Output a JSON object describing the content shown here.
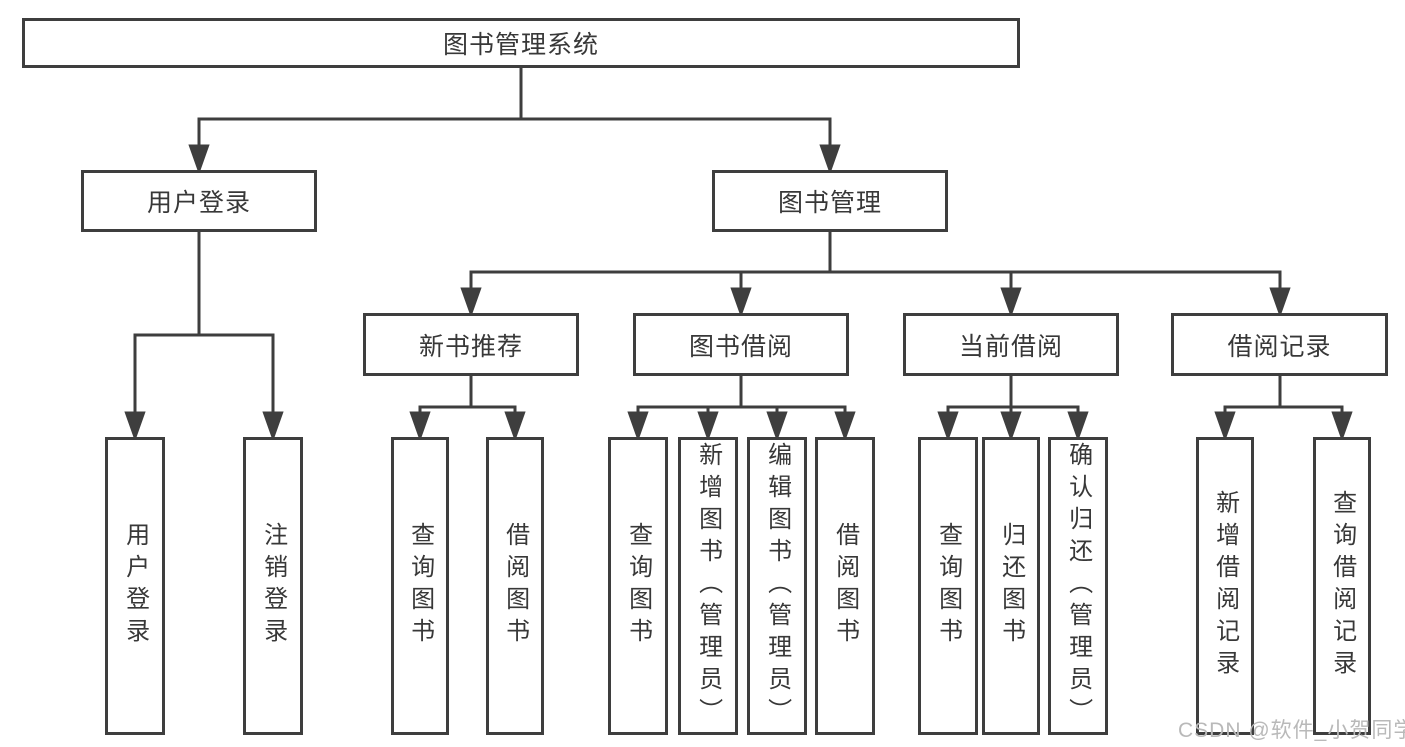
{
  "colors": {
    "line": "#3e3e3e",
    "text": "#383838",
    "watermark": "#b9b9b9",
    "background": "#ffffff"
  },
  "diagram": {
    "root": {
      "label": "图书管理系统"
    },
    "branches": [
      {
        "label": "用户登录",
        "children": [
          {
            "label": "用户登录"
          },
          {
            "label": "注销登录"
          }
        ]
      },
      {
        "label": "图书管理",
        "children": [
          {
            "label": "新书推荐",
            "children": [
              {
                "label": "查询图书"
              },
              {
                "label": "借阅图书"
              }
            ]
          },
          {
            "label": "图书借阅",
            "children": [
              {
                "label": "查询图书"
              },
              {
                "label": "新增图书（管理员）"
              },
              {
                "label": "编辑图书（管理员）"
              },
              {
                "label": "借阅图书"
              }
            ]
          },
          {
            "label": "当前借阅",
            "children": [
              {
                "label": "查询图书"
              },
              {
                "label": "归还图书"
              },
              {
                "label": "确认归还（管理员）"
              }
            ]
          },
          {
            "label": "借阅记录",
            "children": [
              {
                "label": "新增借阅记录"
              },
              {
                "label": "查询借阅记录"
              }
            ]
          }
        ]
      }
    ]
  },
  "watermark": {
    "text": "CSDN @软件_小贺同学"
  }
}
